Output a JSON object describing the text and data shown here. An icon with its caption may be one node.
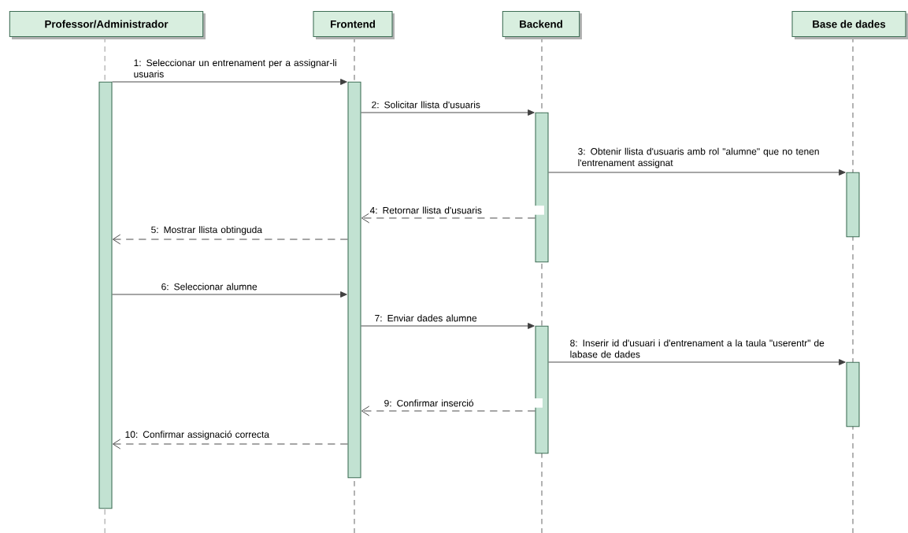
{
  "diagram": {
    "nodes": [
      {
        "text": [
          "Professor/Administrador"
        ]
      },
      {
        "text": [
          "Frontend"
        ]
      },
      {
        "text": [
          "Backend"
        ]
      },
      {
        "text": [
          "Base de dades"
        ]
      },
      {
        "text": [],
        "shape": "bar"
      },
      {
        "text": [],
        "shape": "bar"
      },
      {
        "text": [],
        "shape": "bar"
      },
      {
        "text": [],
        "shape": "bar"
      },
      {
        "text": [],
        "shape": "bar"
      },
      {
        "text": [],
        "shape": "bar"
      }
    ],
    "edges": [
      {
        "from": 4,
        "to": 5,
        "arrow": "to",
        "label": "1: Seleccionar un entrenament per a assignar-li usuaris"
      },
      {
        "from": 5,
        "to": 6,
        "arrow": "to",
        "label": "2: Solicitar llista d'usuaris"
      },
      {
        "from": 6,
        "to": 7,
        "arrow": "to",
        "label": "3: Obtenir llista d'usuaris amb rol \"alumne\" que no tenen l'entrenament assignat"
      },
      {
        "from": 6,
        "to": 5,
        "arrow": "to",
        "style": "dashed",
        "label": "4: Retornar llista d'usuaris"
      },
      {
        "from": 5,
        "to": 4,
        "arrow": "to",
        "style": "dashed",
        "label": "5: Mostrar llista obtinguda"
      },
      {
        "from": 4,
        "to": 5,
        "arrow": "to",
        "label": "6: Seleccionar alumne"
      },
      {
        "from": 5,
        "to": 8,
        "arrow": "to",
        "label": "7: Enviar dades alumne"
      },
      {
        "from": 8,
        "to": 9,
        "arrow": "to",
        "label": "8: Inserir id d'usuari i d'entrenament a la taula \"userentr\" de labase de dades"
      },
      {
        "from": 8,
        "to": 5,
        "arrow": "to",
        "style": "dashed",
        "label": "9: Confirmar inserció"
      },
      {
        "from": 5,
        "to": 4,
        "arrow": "to",
        "style": "dashed",
        "label": "10: Confirmar assignació correcta"
      }
    ]
  }
}
